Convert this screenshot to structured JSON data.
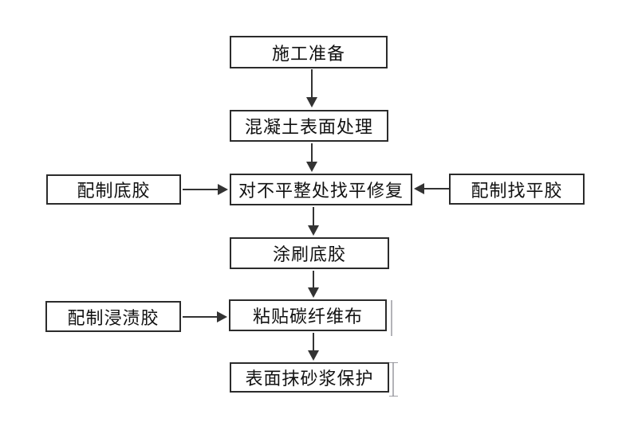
{
  "flowchart": {
    "colors": {
      "background": "#ffffff",
      "box_border": "#2b2b2b",
      "arrow": "#333333",
      "text": "#111111",
      "artifact_line": "#9a9aa0"
    },
    "main_steps": [
      {
        "label": "施工准备"
      },
      {
        "label": "混凝土表面处理"
      },
      {
        "label": "对不平整处找平修复"
      },
      {
        "label": "涂刷底胶"
      },
      {
        "label": "粘贴碳纤维布"
      },
      {
        "label": "表面抹砂浆保护"
      }
    ],
    "side_steps": [
      {
        "label": "配制底胶",
        "side": "left",
        "connects_to": "对不平整处找平修复"
      },
      {
        "label": "配制找平胶",
        "side": "right",
        "connects_to": "对不平整处找平修复"
      },
      {
        "label": "配制浸渍胶",
        "side": "left",
        "connects_to": "粘贴碳纤维布"
      }
    ]
  }
}
